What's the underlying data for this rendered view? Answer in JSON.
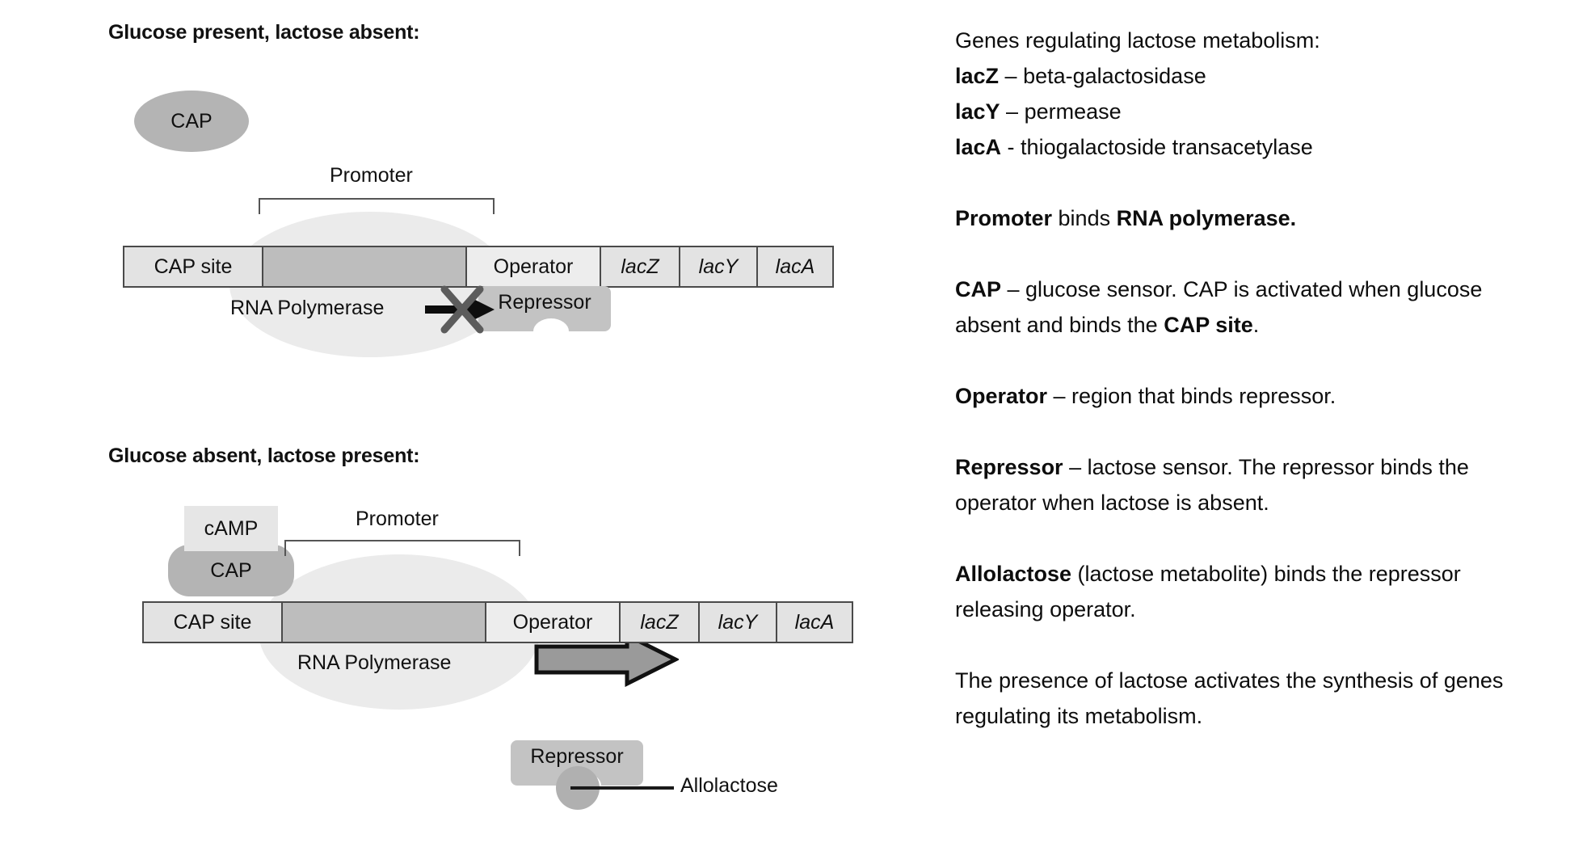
{
  "panels": {
    "top": {
      "title": "Glucose present, lactose absent:",
      "cap_label": "CAP",
      "promoter_label": "Promoter",
      "polymerase_label": "RNA Polymerase",
      "repressor_label": "Repressor",
      "gene_map": [
        {
          "label": "CAP site",
          "style": "light"
        },
        {
          "label": "",
          "style": "promoter"
        },
        {
          "label": "Operator",
          "style": "lightbox"
        },
        {
          "label": "lacZ",
          "style": "italic"
        },
        {
          "label": "lacY",
          "style": "italic"
        },
        {
          "label": "lacA",
          "style": "italic"
        }
      ]
    },
    "bottom": {
      "title": "Glucose absent, lactose present:",
      "camp_label": "cAMP",
      "cap_label": "CAP",
      "promoter_label": "Promoter",
      "polymerase_label": "RNA Polymerase",
      "repressor_label": "Repressor",
      "allolactose_label": "Allolactose",
      "gene_map": [
        {
          "label": "CAP site",
          "style": "light"
        },
        {
          "label": "",
          "style": "promoter"
        },
        {
          "label": "Operator",
          "style": "lightbox"
        },
        {
          "label": "lacZ",
          "style": "italic"
        },
        {
          "label": "lacY",
          "style": "italic"
        },
        {
          "label": "lacA",
          "style": "italic"
        }
      ]
    }
  },
  "notes": {
    "genes_heading": "Genes regulating lactose metabolism:",
    "gene_list": [
      {
        "gene": "lacZ",
        "sep": " – ",
        "desc": "beta-galactosidase"
      },
      {
        "gene": "lacY",
        "sep": " – ",
        "desc": "permease"
      },
      {
        "gene": "lacA",
        "sep": " - ",
        "desc": "thiogalactoside transacetylase"
      }
    ],
    "p_promoter": {
      "b1": "Promoter",
      "mid": " binds ",
      "b2": "RNA polymerase."
    },
    "p_cap": {
      "b1": "CAP",
      "t1": " – glucose sensor. CAP is activated when glucose absent and binds the ",
      "b2": "CAP site",
      "t2": "."
    },
    "p_operator": {
      "b1": "Operator",
      "t1": " – region that binds repressor."
    },
    "p_repressor": {
      "b1": "Repressor",
      "t1": " – lactose sensor. The repressor binds the operator when lactose is absent."
    },
    "p_allolactose": {
      "b1": "Allolactose",
      "t1": " (lactose metabolite) binds the repressor releasing operator."
    },
    "p_summary": "The presence of lactose activates the synthesis of genes regulating its metabolism."
  },
  "colors": {
    "gene_border": "#4a4a4a",
    "promoter_fill": "#bdbdbd",
    "cap_fill": "#b4b4b4",
    "polymerase_fill": "#ebebeb",
    "repressor_fill": "#c3c3c3",
    "arrow_fill": "#9a9a9a",
    "text": "#111111"
  }
}
